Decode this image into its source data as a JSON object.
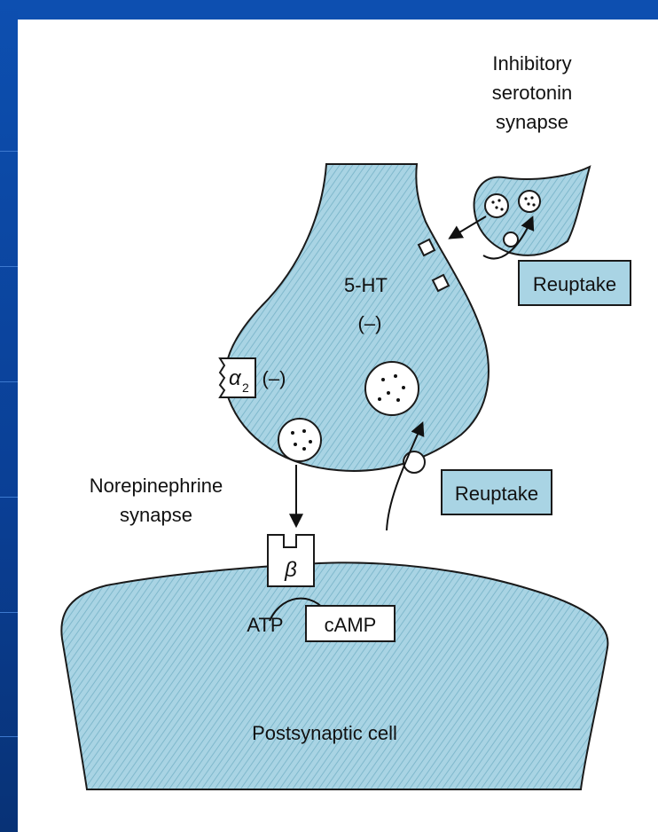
{
  "colors": {
    "slide_blue": "#0d4fb0",
    "cell_fill": "#a9d4e4",
    "hatch": "#7fb8cc",
    "outline": "#1a1a1a"
  },
  "labels": {
    "inhibitory": [
      "Inhibitory",
      "serotonin",
      "synapse"
    ],
    "ht5": "5-HT",
    "ht5_sign": "(–)",
    "alpha": "α",
    "alpha_sub": "2",
    "alpha_sign": "(–)",
    "norepi": [
      "Norepinephrine",
      "synapse"
    ],
    "reuptake_top": "Reuptake",
    "reuptake_mid": "Reuptake",
    "beta": "β",
    "atp": "ATP",
    "camp": "cAMP",
    "postsynaptic": "Postsynaptic cell"
  }
}
